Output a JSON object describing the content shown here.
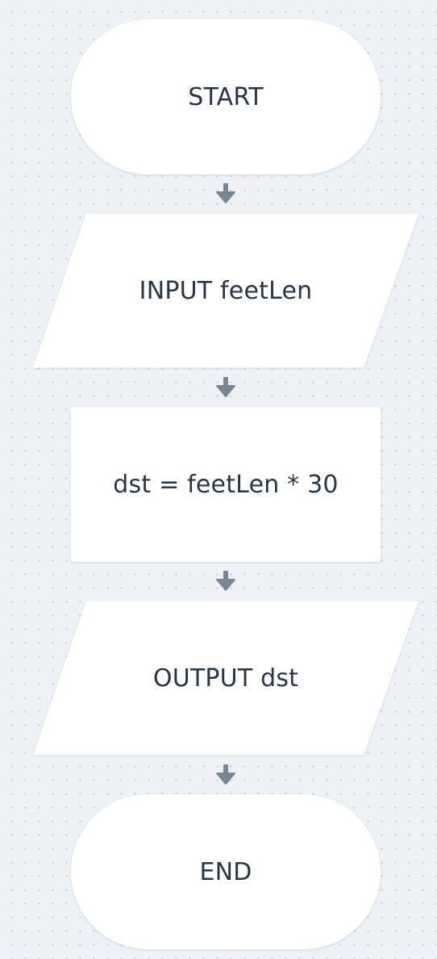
{
  "flowchart": {
    "start": {
      "label": "START"
    },
    "input": {
      "label": "INPUT feetLen"
    },
    "process": {
      "label": "dst = feetLen * 30"
    },
    "output": {
      "label": "OUTPUT dst"
    },
    "end": {
      "label": "END"
    }
  },
  "colors": {
    "background": "#eef2f6",
    "node_fill": "#ffffff",
    "text": "#2b3644",
    "arrow": "#7a8593"
  },
  "icons": {
    "connector": "arrow-down-icon"
  }
}
